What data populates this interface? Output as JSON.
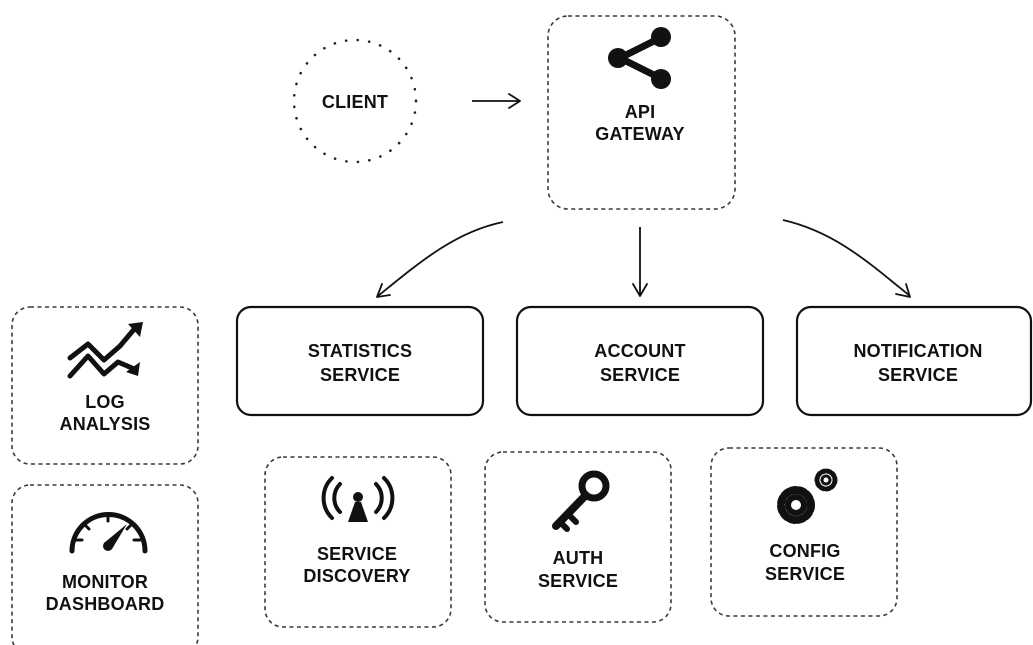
{
  "nodes": {
    "client": {
      "line1": "CLIENT"
    },
    "gateway": {
      "line1": "API",
      "line2": "GATEWAY",
      "icon": "share-icon"
    },
    "statistics": {
      "line1": "STATISTICS",
      "line2": "SERVICE"
    },
    "account": {
      "line1": "ACCOUNT",
      "line2": "SERVICE"
    },
    "notification": {
      "line1": "NOTIFICATION",
      "line2": "SERVICE"
    },
    "log_analysis": {
      "line1": "LOG",
      "line2": "ANALYSIS",
      "icon": "trend-chart-icon"
    },
    "monitor_dashboard": {
      "line1": "MONITOR",
      "line2": "DASHBOARD",
      "icon": "speedometer-icon"
    },
    "service_discovery": {
      "line1": "SERVICE",
      "line2": "DISCOVERY",
      "icon": "radio-tower-icon"
    },
    "auth_service": {
      "line1": "AUTH",
      "line2": "SERVICE",
      "icon": "key-icon"
    },
    "config_service": {
      "line1": "CONFIG",
      "line2": "SERVICE",
      "icon": "gears-icon"
    }
  },
  "edges": [
    {
      "from": "CLIENT",
      "to": "API GATEWAY"
    },
    {
      "from": "API GATEWAY",
      "to": "STATISTICS SERVICE"
    },
    {
      "from": "API GATEWAY",
      "to": "ACCOUNT SERVICE"
    },
    {
      "from": "API GATEWAY",
      "to": "NOTIFICATION SERVICE"
    }
  ],
  "colors": {
    "ink": "#111111",
    "background": "#ffffff"
  }
}
